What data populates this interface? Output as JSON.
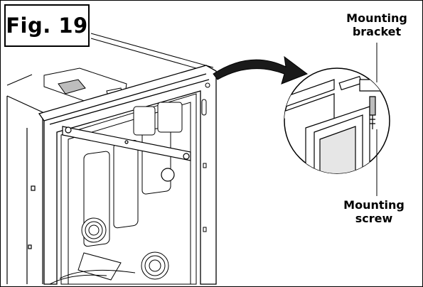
{
  "figure": {
    "label": "Fig. 19"
  },
  "callouts": {
    "bracket": {
      "line1": "Mounting",
      "line2": "bracket"
    },
    "screw": {
      "line1": "Mounting",
      "line2": "screw"
    }
  },
  "colors": {
    "ink": "#000000",
    "paper": "#ffffff",
    "shade": "#bdbdbd",
    "arrow": "#1a1a1a"
  }
}
